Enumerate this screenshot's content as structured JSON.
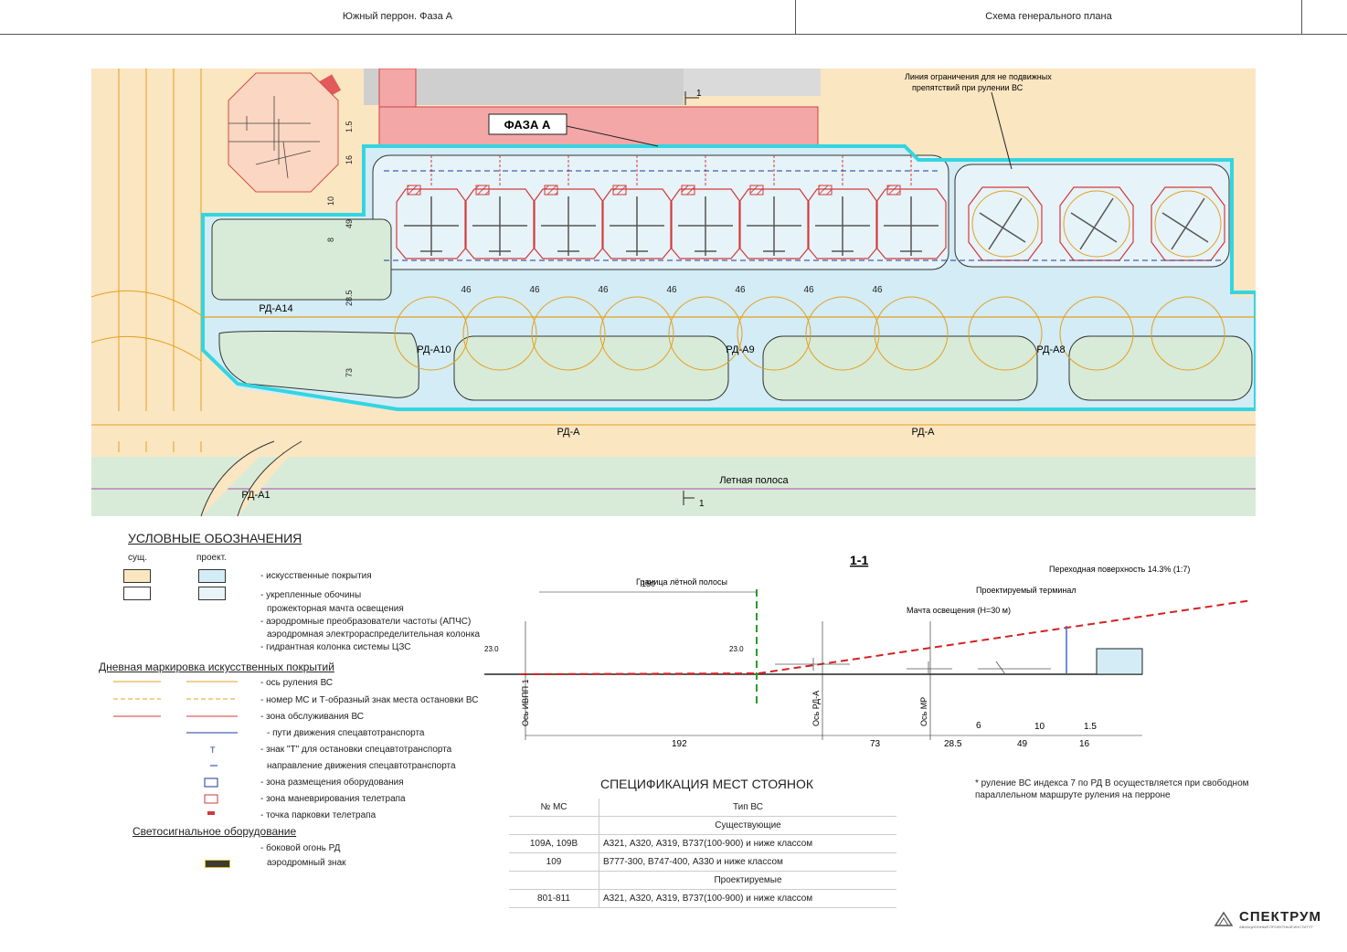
{
  "header": {
    "left_title": "Южный перрон. Фаза А",
    "right_title": "Схема генерального плана"
  },
  "plan": {
    "phase_label": "ФАЗА А",
    "restriction_note": [
      "Линия ограничения для не подвижных",
      "препятствий при рулении ВС"
    ],
    "taxiways": {
      "rd_a14": "РД-А14",
      "rd_a10": "РД-А10",
      "rd_a9": "РД-А9",
      "rd_a8": "РД-А8",
      "rd_a": "РД-А",
      "rd_a1": "РД-А1"
    },
    "runway_strip": "Летная полоса",
    "section_mark": "1",
    "stand_widths": [
      "46",
      "46",
      "46",
      "46",
      "46",
      "46",
      "46"
    ],
    "dims": [
      "1.5",
      "16",
      "10",
      "8",
      "49",
      "28.5",
      "73"
    ]
  },
  "legend": {
    "title": "УСЛОВНЫЕ ОБОЗНАЧЕНИЯ",
    "col_existing": "сущ.",
    "col_projected": "проект.",
    "surfaces": [
      {
        "text": "- искусственные покрытия",
        "existing": "#fbe6c2",
        "projected": "#d3ecf5"
      },
      {
        "text": "- укрепленные обочины",
        "existing": "#ffffff",
        "projected": "#e8f4f8"
      }
    ],
    "equipment": [
      "прожекторная мачта освещения",
      "- аэродромные преобразователи частоты (АПЧС)",
      "аэродромная электрораспределительная колонка",
      "- гидрантная колонка системы ЦЗС"
    ],
    "marking_title": "Дневная маркировка искусственных покрытий",
    "markings": [
      "- ось руления ВС",
      "- номер МС и Т-образный знак места остановки ВС",
      "- зона обслуживания ВС",
      "- пути движения спецавтотранспорта",
      "- знак \"Т\" для остановки спецавтотранспорта",
      "направление движения спецавтотранспорта",
      "- зона размещения оборудования",
      "- зона маневрирования телетрапа",
      "- точка парковки телетрапа"
    ],
    "lighting_title": "Светосигнальное оборудование",
    "lighting": [
      "- боковой огонь РД",
      "аэродромный знак"
    ]
  },
  "section": {
    "title": "1-1",
    "transition_surface": "Переходная поверхность 14.3% (1:7)",
    "terminal": "Проектируемый терминал",
    "mast": "Мачта освещения (Н=30 м)",
    "strip_boundary": "Граница лётной полосы",
    "elev_left": "23.0",
    "elev_right": "23.0",
    "axis_runway": "Ось ИВПП 1",
    "axis_taxiway": "Ось РД-А",
    "axis_mr": "Ось МР",
    "dim_150": "150",
    "bottom_dims": [
      "192",
      "73",
      "28.5",
      "49",
      "16"
    ],
    "upper_dims": [
      "6",
      "10",
      "1.5"
    ]
  },
  "spec": {
    "title": "СПЕЦИФИКАЦИЯ МЕСТ СТОЯНОК",
    "col_mc": "№ МС",
    "col_type": "Тип ВС",
    "group_existing": "Существующие",
    "group_projected": "Проектируемые",
    "rows_existing": [
      {
        "mc": "109А, 109В",
        "type": "А321, А320, А319, В737(100-900) и ниже классом"
      },
      {
        "mc": "109",
        "type": "В777-300, В747-400, А330 и ниже классом"
      }
    ],
    "rows_projected": [
      {
        "mc": "801-811",
        "type": "А321, А320, А319, В737(100-900) и ниже классом"
      }
    ]
  },
  "note": "* руление ВС индекса 7 по РД В осуществляется при свободном параллельном маршруте руления на перроне",
  "brand": "СПЕКТРУМ",
  "brand_sub": "АВИАЦИОННЫЙ ПРОЕКТНЫЙ ИНСТИТУТ",
  "colors": {
    "existing_pavement": "#fbe6c2",
    "projected_pavement": "#d3ecf5",
    "grass": "#d8ebd8",
    "phase_boundary": "#34d5e0",
    "building": "#f4a7a7",
    "service_zone": "#d23a3a",
    "taxi_line": "#e3a020"
  }
}
